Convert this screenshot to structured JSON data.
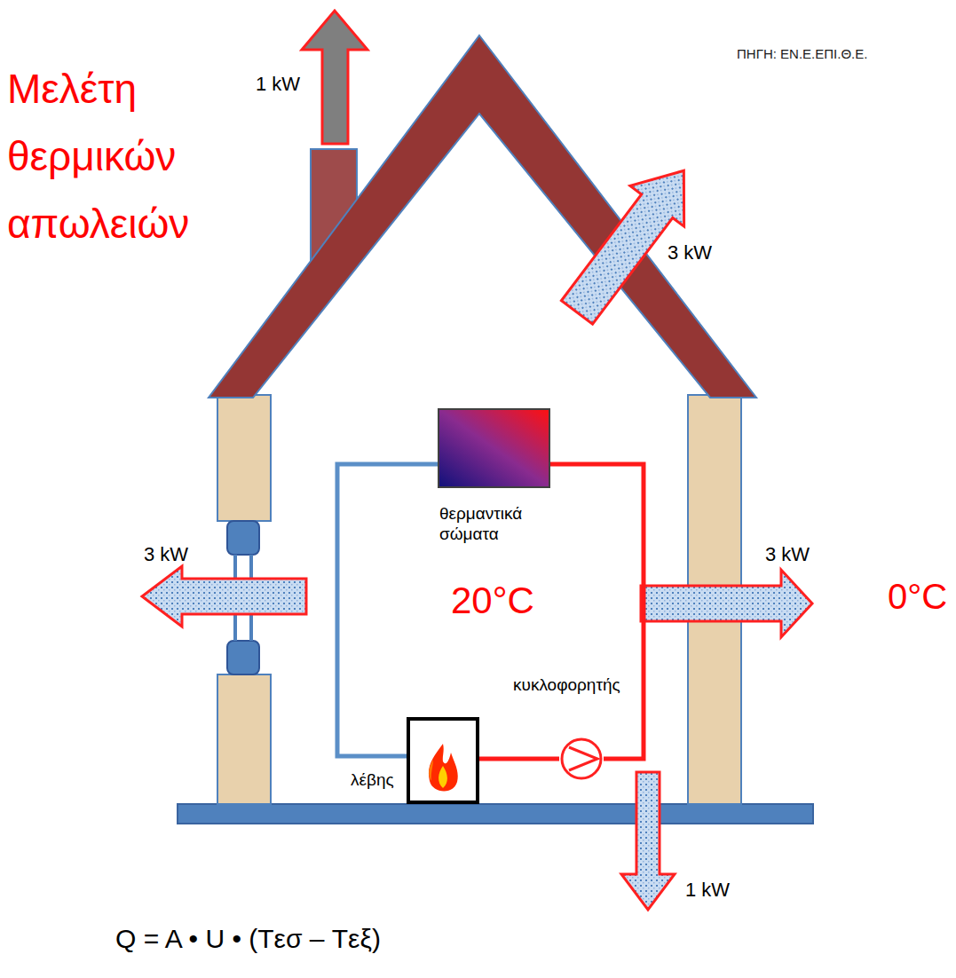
{
  "diagram": {
    "title": "Μελέτη θερμικών απωλειών",
    "caption": "Q = A • U • (Tεσ – Tεξ)",
    "nodes": [
      {
        "text": [
          "θερμαντικά σώματα"
        ]
      },
      {
        "text": [
          "λέβης"
        ]
      },
      {
        "text": [
          "κυκλοφορητής"
        ]
      }
    ],
    "edges": [
      {
        "from": 0,
        "to": 1,
        "arrow": "none"
      },
      {
        "from": 1,
        "to": 2,
        "arrow": "none"
      },
      {
        "from": 2,
        "to": 0,
        "arrow": "none"
      }
    ],
    "labels": [
      "ΠΗΓΗ: ΕΝ.Ε.ΕΠΙ.Θ.Ε.",
      "1 kW",
      "3 kW",
      "3 kW",
      "3 kW",
      "20°C",
      "0°C",
      "1 kW"
    ]
  }
}
